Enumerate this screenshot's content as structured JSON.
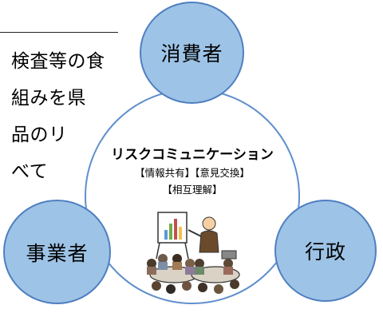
{
  "background_text": {
    "lines": [
      "検査等の食",
      "組みを県",
      "品のリ",
      "べて"
    ]
  },
  "diagram": {
    "center": {
      "title": "リスクコミュニケーション",
      "line1": "【情報共有】【意見交換】",
      "line2": "【相互理解】"
    },
    "nodes": {
      "consumer": "消費者",
      "business": "事業者",
      "admin": "行政"
    },
    "colors": {
      "node_fill": "#9dc3e6",
      "node_border": "#4f7fc0",
      "ring": "#5f8fcc"
    },
    "illustration": {
      "icon": "meeting-presentation-icon",
      "tables": [
        "table-left",
        "table-right"
      ]
    }
  }
}
